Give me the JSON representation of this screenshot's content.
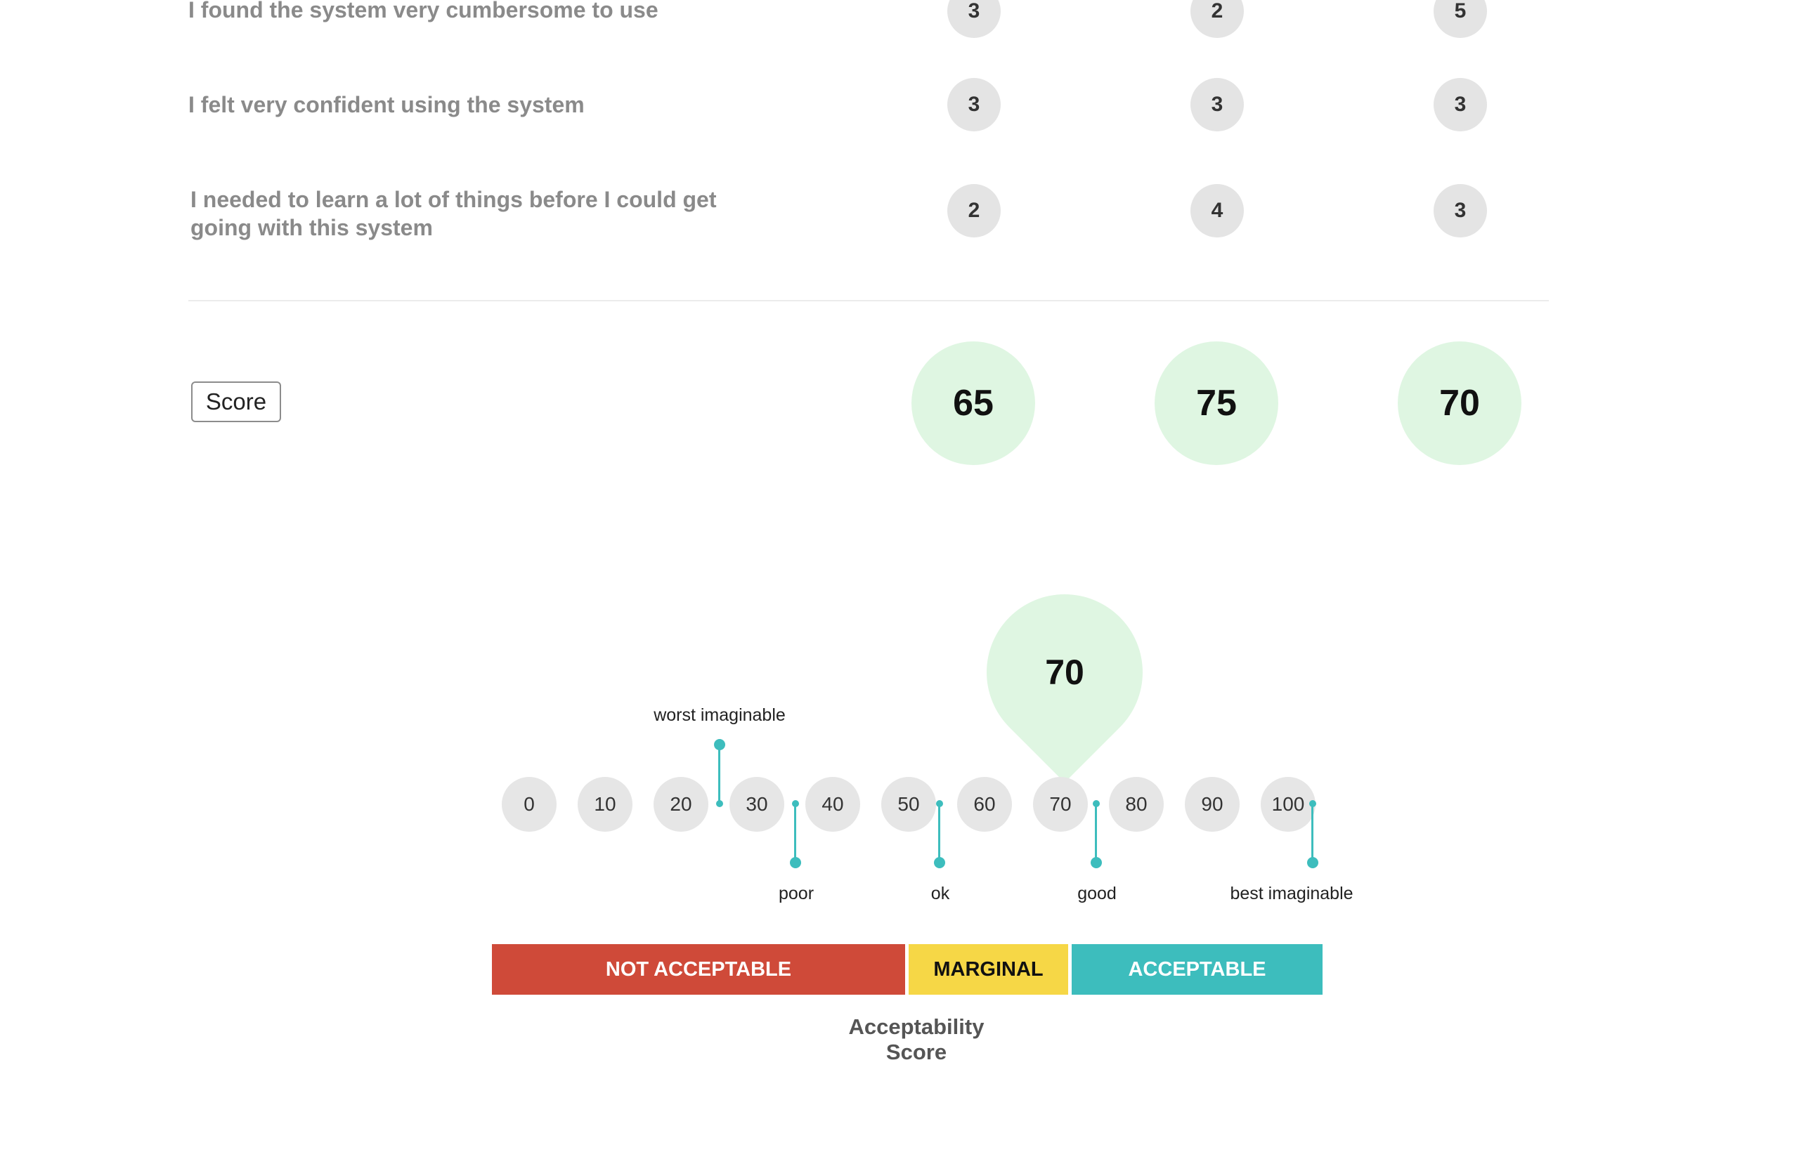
{
  "questions": [
    {
      "text": "I found the system very cumbersome to use",
      "values": [
        "3",
        "2",
        "5"
      ]
    },
    {
      "text": "I felt very confident using the system",
      "values": [
        "3",
        "3",
        "3"
      ]
    },
    {
      "text": "I needed to learn a lot of things before I could get going with this system",
      "values": [
        "2",
        "4",
        "3"
      ]
    }
  ],
  "score": {
    "button_label": "Score",
    "values": [
      "65",
      "75",
      "70"
    ]
  },
  "scale": {
    "current_value": "70",
    "ticks": [
      "0",
      "10",
      "20",
      "30",
      "40",
      "50",
      "60",
      "70",
      "80",
      "90",
      "100"
    ],
    "markers": {
      "worst": "worst imaginable",
      "poor": "poor",
      "ok": "ok",
      "good": "good",
      "best": "best imaginable"
    },
    "bands": [
      {
        "label": "NOT ACCEPTABLE",
        "color": "#cf4a39"
      },
      {
        "label": "MARGINAL",
        "color": "#f6d746"
      },
      {
        "label": "ACCEPTABLE",
        "color": "#3dbdbd"
      }
    ],
    "caption": "Acceptability Score"
  }
}
